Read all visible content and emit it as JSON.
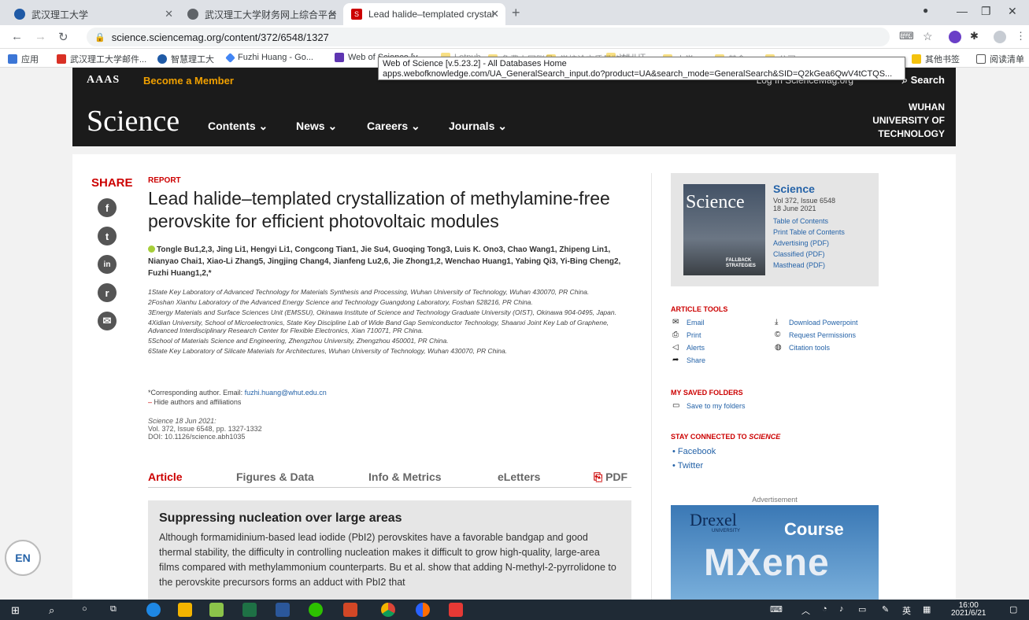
{
  "browser": {
    "tabs": [
      {
        "title": "武汉理工大学",
        "favicon": "whut-icon"
      },
      {
        "title": "武汉理工大学财务网上综合平台",
        "favicon": "globe-icon"
      },
      {
        "title": "Lead halide–templated crystal",
        "favicon": "science-s-icon"
      }
    ],
    "new_tab": "+",
    "url": "science.sciencemag.org/content/372/6548/1327",
    "bookmarks": [
      "应用",
      "武汉理工大学邮件...",
      "智慧理工大",
      "Fuzhi Huang - Go...",
      "Web of Science [v...",
      "Letpub",
      "免费上网账号",
      "学校论文质量监测",
      "WHUT",
      "小学",
      "基金",
      "公司"
    ],
    "bookmarks_right": [
      "其他书签",
      "阅读清单"
    ],
    "tooltip": {
      "line1": "Web of Science [v.5.23.2] - All Databases Home",
      "line2": "apps.webofknowledge.com/UA_GeneralSearch_input.do?product=UA&search_mode=GeneralSearch&SID=Q2kGea6QwV4tCTQS..."
    }
  },
  "site": {
    "aaas": "AAAS",
    "become_member": "Become a Member",
    "login": "Log In  ScienceMag.org",
    "search": "Search",
    "logo": "Science",
    "nav": [
      "Contents",
      "News",
      "Careers",
      "Journals"
    ],
    "institution": "WUHAN UNIVERSITY OF TECHNOLOGY"
  },
  "share": {
    "label": "SHARE",
    "buttons": [
      "f",
      "t",
      "in",
      "r",
      "✉"
    ]
  },
  "article": {
    "type": "REPORT",
    "title": "Lead halide–templated crystallization of methylamine-free perovskite for efficient photovoltaic modules",
    "authors": "Tongle Bu1,2,3, Jing Li1, Hengyi Li1, Congcong Tian1, Jie Su4, Guoqing Tong3, Luis K. Ono3, Chao Wang1, Zhipeng Lin1, Nianyao Chai1, Xiao-Li Zhang5, Jingjing Chang4, Jianfeng Lu2,6, Jie Zhong1,2, Wenchao Huang1, Yabing Qi3, Yi-Bing Cheng2, Fuzhi Huang1,2,*",
    "affiliations": [
      "1State Key Laboratory of Advanced Technology for Materials Synthesis and Processing, Wuhan University of Technology, Wuhan 430070, PR China.",
      "2Foshan Xianhu Laboratory of the Advanced Energy Science and Technology Guangdong Laboratory, Foshan 528216, PR China.",
      "3Energy Materials and Surface Sciences Unit (EMSSU), Okinawa Institute of Science and Technology Graduate University (OIST), Okinawa 904-0495, Japan.",
      "4Xidian University, School of Microelectronics, State Key Discipline Lab of Wide Band Gap Semiconductor Technology, Shaanxi Joint Key Lab of Graphene, Advanced Interdisciplinary Research Center for Flexible Electronics, Xian 710071, PR China.",
      "5School of Materials Science and Engineering, Zhengzhou University, Zhengzhou 450001, PR China.",
      "6State Key Laboratory of Silicate Materials for Architectures, Wuhan University of Technology, Wuhan 430070, PR China."
    ],
    "corresponding_prefix": "*Corresponding author. Email: ",
    "corresponding_email": "fuzhi.huang@whut.edu.cn",
    "hide_authors": "Hide authors and affiliations",
    "journal": "Science",
    "date": "18 Jun 2021:",
    "volume": "Vol. 372, Issue 6548, pp. 1327-1332",
    "doi": "DOI: 10.1126/science.abh1035",
    "tabs": [
      "Article",
      "Figures & Data",
      "Info & Metrics",
      "eLetters",
      "PDF"
    ],
    "summary_heading": "Suppressing nucleation over large areas",
    "summary_text": "Although formamidinium-based lead iodide (PbI2) perovskites have a favorable bandgap and good thermal stability, the difficulty in controlling nucleation makes it difficult to grow high-quality, large-area films compared with methylammonium counterparts. Bu et al. show that adding N-methyl-2-pyrrolidone to the perovskite precursors forms an adduct with PbI2 that"
  },
  "issue": {
    "journal": "Science",
    "volume": "Vol 372, Issue 6548",
    "date": "18 June 2021",
    "links": [
      "Table of Contents",
      "Print Table of Contents",
      "Advertising (PDF)",
      "Classified (PDF)",
      "Masthead (PDF)"
    ],
    "cover_title": "Science",
    "cover_caption": "FALLBACK STRATEGIES"
  },
  "tools": {
    "heading": "ARTICLE TOOLS",
    "left": [
      "Email",
      "Print",
      "Alerts",
      "Share"
    ],
    "right": [
      "Download Powerpoint",
      "Request Permissions",
      "Citation tools"
    ]
  },
  "folders": {
    "heading": "MY SAVED FOLDERS",
    "save": "Save to my folders"
  },
  "connected": {
    "heading_prefix": "STAY CONNECTED TO ",
    "heading_journal": "SCIENCE",
    "links": [
      "Facebook",
      "Twitter"
    ]
  },
  "ad": {
    "label": "Advertisement",
    "brand": "Drexel",
    "university": "UNIVERSITY",
    "course": "Course",
    "product": "MXene"
  },
  "lang_badge": "EN",
  "taskbar": {
    "ime": "英",
    "time": "16:00",
    "date": "2021/6/21"
  }
}
